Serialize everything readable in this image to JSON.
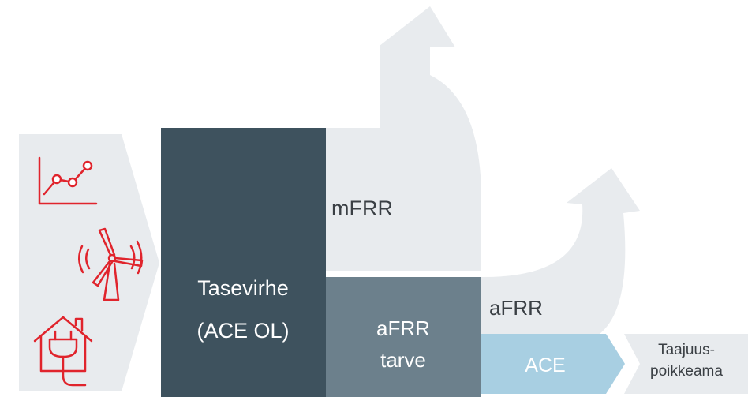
{
  "colors": {
    "light_grey": "#e8ebee",
    "dark_block": "#3e525e",
    "mid_block": "#6c808c",
    "ace_block": "#a8cfe2",
    "icon_red": "#e0242c",
    "text_dark": "#3a3f44",
    "text_white": "#ffffff"
  },
  "diagram": {
    "input_icons": [
      "line-chart-icon",
      "wind-turbine-icon",
      "house-plug-icon"
    ],
    "tasevirhe": {
      "line1": "Tasevirhe",
      "line2": "(ACE OL)"
    },
    "mfrr_label": "mFRR",
    "afrr_tarve": {
      "line1": "aFRR",
      "line2": "tarve"
    },
    "afrr_label": "aFRR",
    "ace_label": "ACE",
    "taajuus": {
      "line1": "Taajuus-",
      "line2": "poikkeama"
    }
  }
}
